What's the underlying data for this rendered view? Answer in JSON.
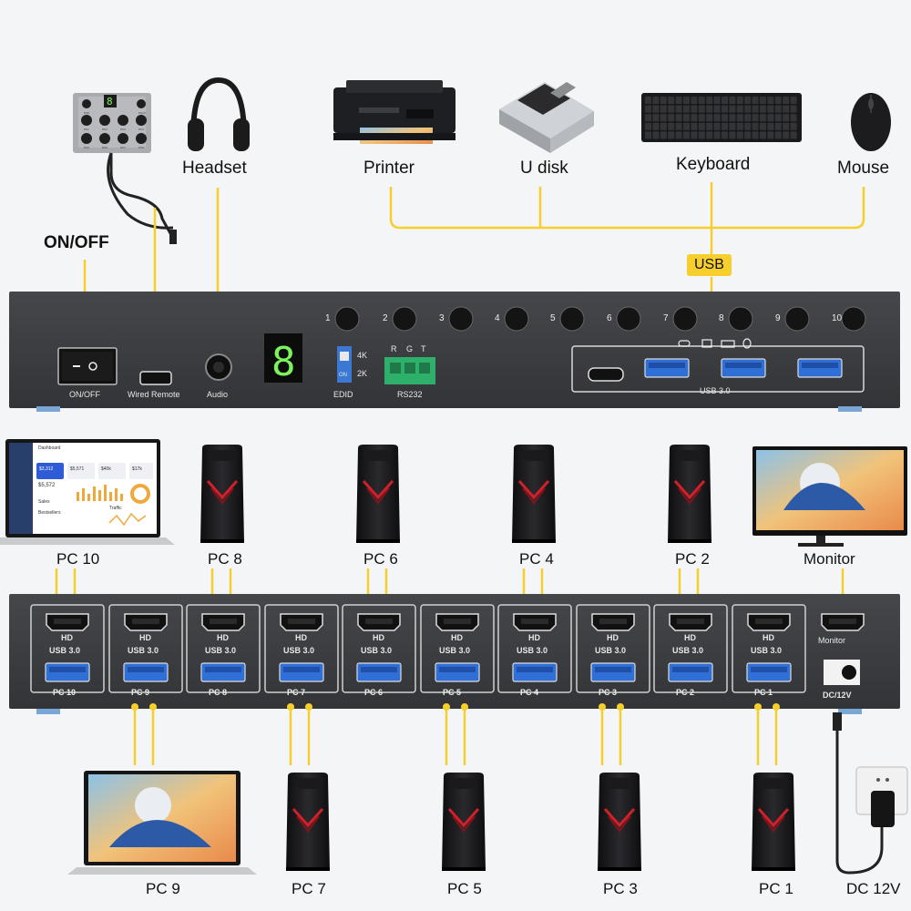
{
  "top_devices": {
    "headset": "Headset",
    "printer": "Printer",
    "u_disk": "U disk",
    "keyboard": "Keyboard",
    "mouse": "Mouse",
    "on_off": "ON/OFF",
    "usb_tag": "USB"
  },
  "remote": {
    "display_digit": "8",
    "keys": [
      "PC1",
      "PC2",
      "PC3",
      "PC4",
      "PC5",
      "PC6",
      "PC7",
      "PC8",
      "PC9",
      "PC10"
    ]
  },
  "rear_panel": {
    "on_off_label": "ON/OFF",
    "wired_remote_label": "Wired Remote",
    "audio_label": "Audio",
    "display_digit": "8",
    "edid_4k": "4K",
    "edid_2k": "2K",
    "edid_on": "ON",
    "edid_label": "EDID",
    "rs232_pins": [
      "R",
      "G",
      "T"
    ],
    "rs232_label": "RS232",
    "usb30_label": "USB 3.0",
    "buttons": [
      "1",
      "2",
      "3",
      "4",
      "5",
      "6",
      "7",
      "8",
      "9",
      "10"
    ]
  },
  "front_panel": {
    "ports": [
      {
        "pc": "PC 10",
        "hd": "HD",
        "usb": "USB 3.0"
      },
      {
        "pc": "PC 9",
        "hd": "HD",
        "usb": "USB 3.0"
      },
      {
        "pc": "PC 8",
        "hd": "HD",
        "usb": "USB 3.0"
      },
      {
        "pc": "PC 7",
        "hd": "HD",
        "usb": "USB 3.0"
      },
      {
        "pc": "PC 6",
        "hd": "HD",
        "usb": "USB 3.0"
      },
      {
        "pc": "PC 5",
        "hd": "HD",
        "usb": "USB 3.0"
      },
      {
        "pc": "PC 4",
        "hd": "HD",
        "usb": "USB 3.0"
      },
      {
        "pc": "PC 3",
        "hd": "HD",
        "usb": "USB 3.0"
      },
      {
        "pc": "PC 2",
        "hd": "HD",
        "usb": "USB 3.0"
      },
      {
        "pc": "PC 1",
        "hd": "HD",
        "usb": "USB 3.0"
      }
    ],
    "monitor_port": "Monitor",
    "dc_label": "DC/12V"
  },
  "middle_devices": {
    "pc10": "PC 10",
    "pc8": "PC 8",
    "pc6": "PC 6",
    "pc4": "PC 4",
    "pc2": "PC 2",
    "monitor": "Monitor"
  },
  "bottom_devices": {
    "pc9": "PC 9",
    "pc7": "PC 7",
    "pc5": "PC 5",
    "pc3": "PC 3",
    "pc1": "PC 1",
    "dc12v": "DC 12V"
  },
  "laptop_screen": {
    "heading": "Dashboard",
    "value1": "$5,572",
    "stat1": "$3,312",
    "stat2": "$5,571",
    "stat3": "$40k",
    "stat4": "$17k",
    "section": "Bestsellers",
    "traffic": "Traffic",
    "sales": "Sales"
  },
  "colors": {
    "accent": "#f7cf2d",
    "panel": "#3b3d40",
    "usb_blue": "#2f6fd6",
    "pc_red": "#d0202a"
  }
}
